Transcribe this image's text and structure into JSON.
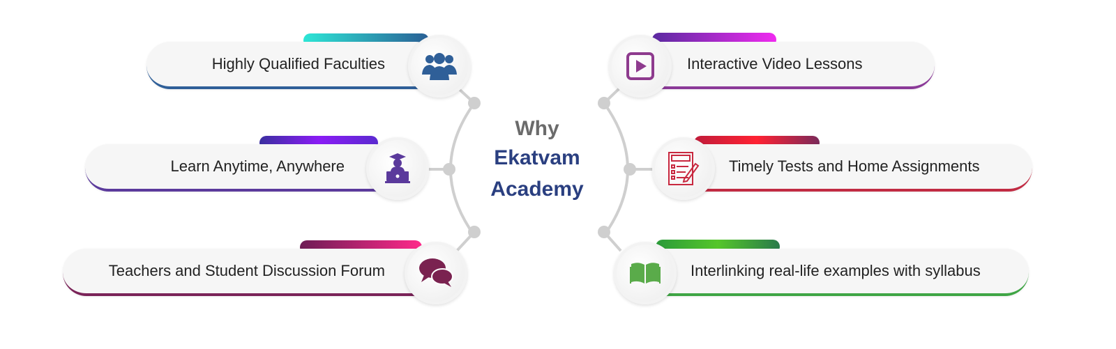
{
  "center": {
    "line1": "Why",
    "line2": "Ekatvam",
    "line3": "Academy",
    "colors": {
      "why": "#6b6b6b",
      "brand": "#2a3f80"
    }
  },
  "features": [
    {
      "label": "Highly Qualified Faculties",
      "icon": "people-group-icon",
      "color": "#2f5f98"
    },
    {
      "label": "Learn Anytime, Anywhere",
      "icon": "graduate-laptop-icon",
      "color": "#5b3a9c"
    },
    {
      "label": "Teachers and Student Discussion Forum",
      "icon": "chat-bubbles-icon",
      "color": "#7a2358"
    },
    {
      "label": "Interactive Video Lessons",
      "icon": "play-video-icon",
      "color": "#8b3a98"
    },
    {
      "label": "Timely Tests and Home Assignments",
      "icon": "test-paper-pencil-icon",
      "color": "#c12b43"
    },
    {
      "label": "Interlinking real-life examples with syllabus",
      "icon": "open-book-icon",
      "color": "#3fa545"
    }
  ]
}
